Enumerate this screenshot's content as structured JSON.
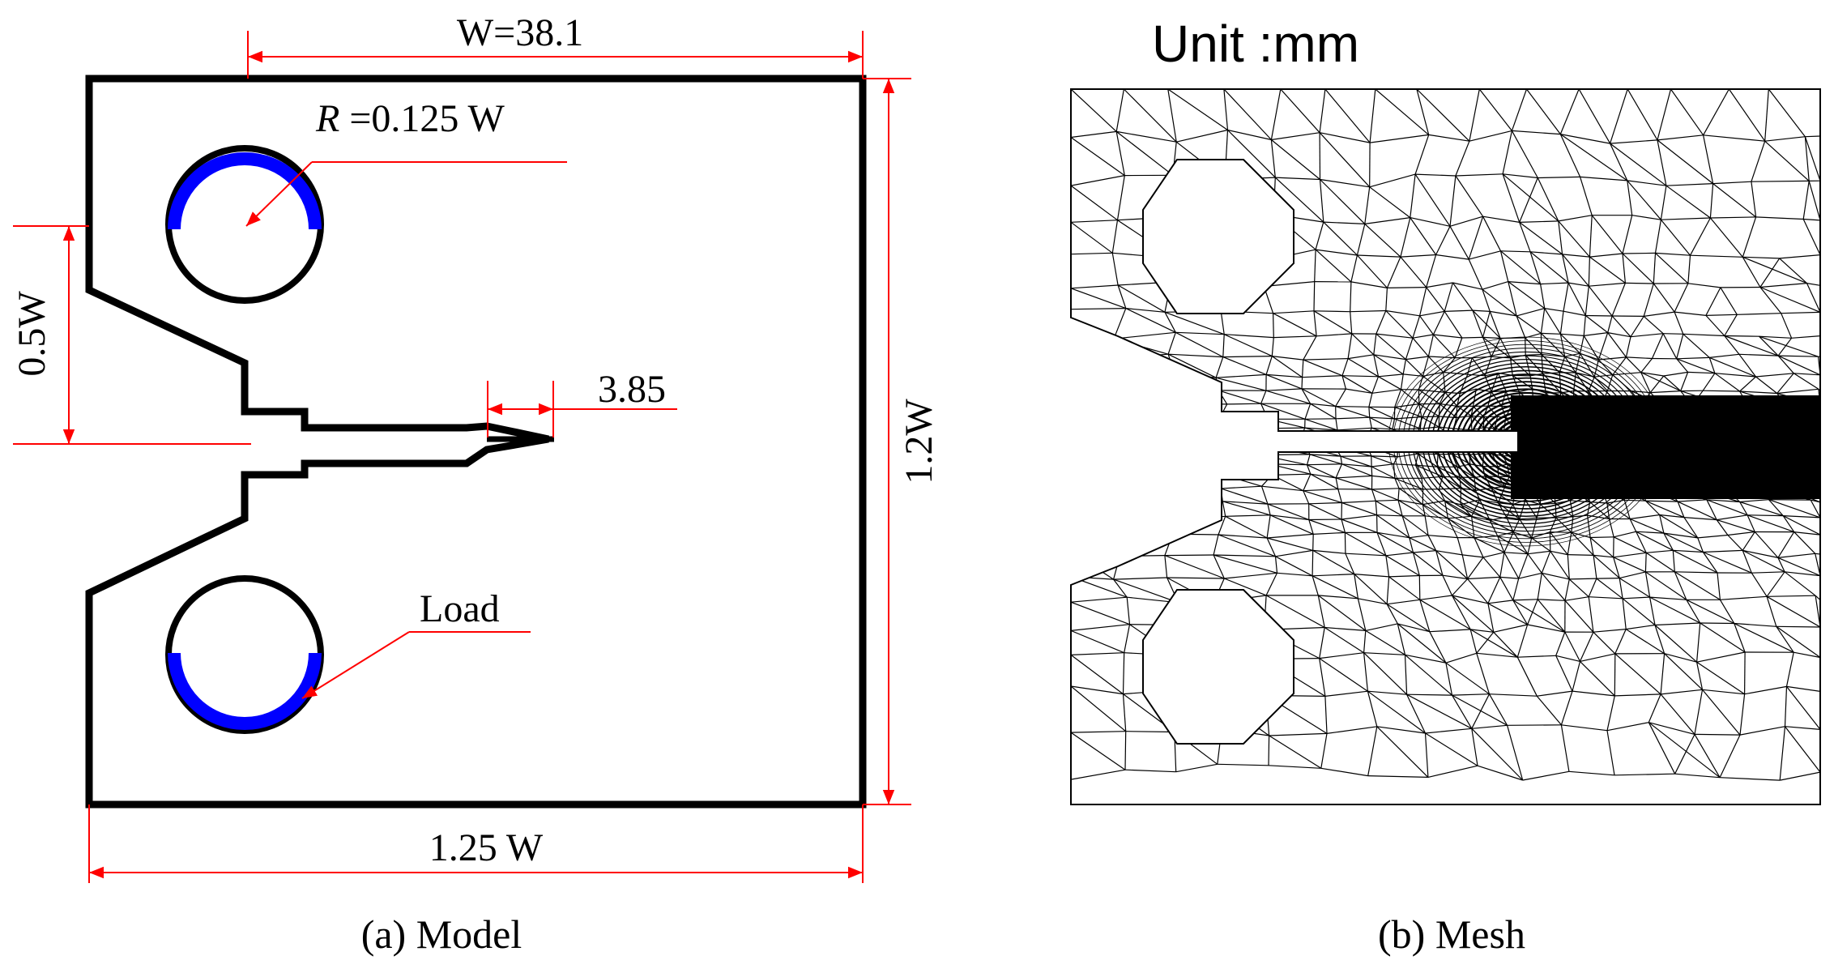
{
  "model_panel": {
    "dim_width": "W=38.1",
    "dim_radius_symbol": "R",
    "dim_radius_value": " =0.125 W",
    "dim_notch_offset": "0.5W",
    "dim_crack": "3.85",
    "dim_height": "1.2W",
    "dim_total_length": "1.25 W",
    "load_label": "Load",
    "caption": "(a) Model"
  },
  "mesh_panel": {
    "unit_label": "Unit :mm",
    "caption": "(b) Mesh"
  },
  "colors": {
    "outline": "#000000",
    "dimension": "#ff0000",
    "load": "#0000ff",
    "mesh_line": "#000000"
  }
}
